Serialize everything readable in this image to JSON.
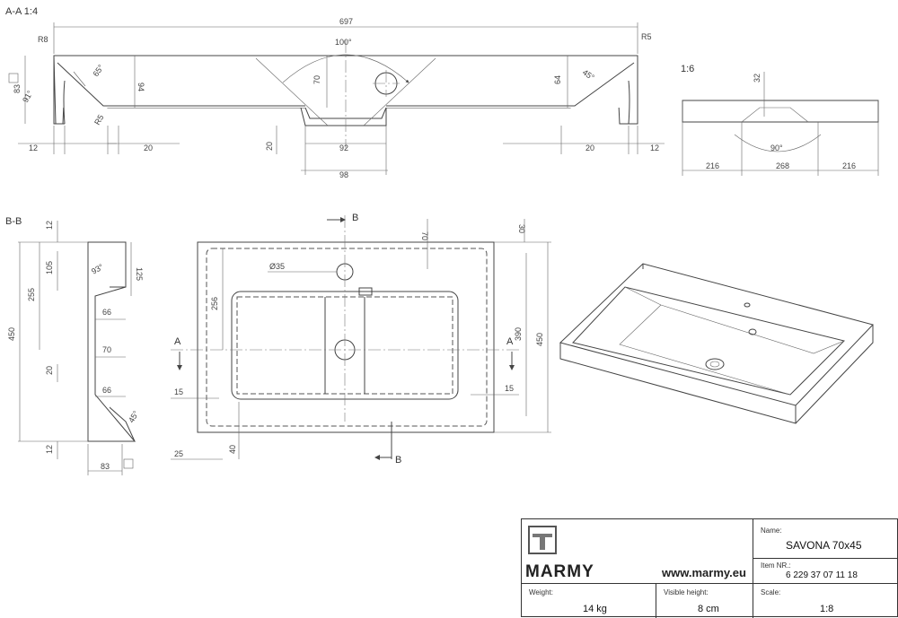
{
  "sections": {
    "aa_label": "A-A 1:4",
    "bb_label": "B-B",
    "side_scale": "1:6"
  },
  "markers": {
    "a": "A",
    "b": "B"
  },
  "dims_aa": {
    "overall": "697",
    "r8": "R8",
    "r5": "R5",
    "angle100": "100°",
    "a65": "65°",
    "a45": "45°",
    "d94": "94",
    "d70": "70",
    "d64": "64",
    "d83": "83",
    "a91": "91°",
    "r5b": "R5",
    "d12l": "12",
    "d20a": "20",
    "d20b": "20",
    "d92": "92",
    "d20c": "20",
    "d12r": "12",
    "d98": "98"
  },
  "dims_side": {
    "d32": "32",
    "a90": "90°",
    "d216a": "216",
    "d268": "268",
    "d216b": "216"
  },
  "dims_bb": {
    "d12t": "12",
    "d105": "105",
    "d255": "255",
    "a93": "93°",
    "d125": "125",
    "d450": "450",
    "d66a": "66",
    "d70": "70",
    "d20": "20",
    "d66b": "66",
    "a45": "45°",
    "d12b": "12",
    "d83": "83"
  },
  "dims_plan": {
    "d35": "Ø35",
    "d70": "70",
    "d30": "30",
    "d256": "256",
    "d390": "390",
    "d450": "450",
    "d15l": "15",
    "d15r": "15",
    "d25": "25",
    "d40": "40"
  },
  "title_block": {
    "brand": "MARMY",
    "website": "www.marmy.eu",
    "name_label": "Name:",
    "name_value": "SAVONA 70x45",
    "item_label": "Item NR.:",
    "item_value": "6 229 37 07 11 18",
    "weight_label": "Weight:",
    "weight_value": "14 kg",
    "height_label": "Visible height:",
    "height_value": "8 cm",
    "scale_label": "Scale:",
    "scale_value": "1:8"
  }
}
